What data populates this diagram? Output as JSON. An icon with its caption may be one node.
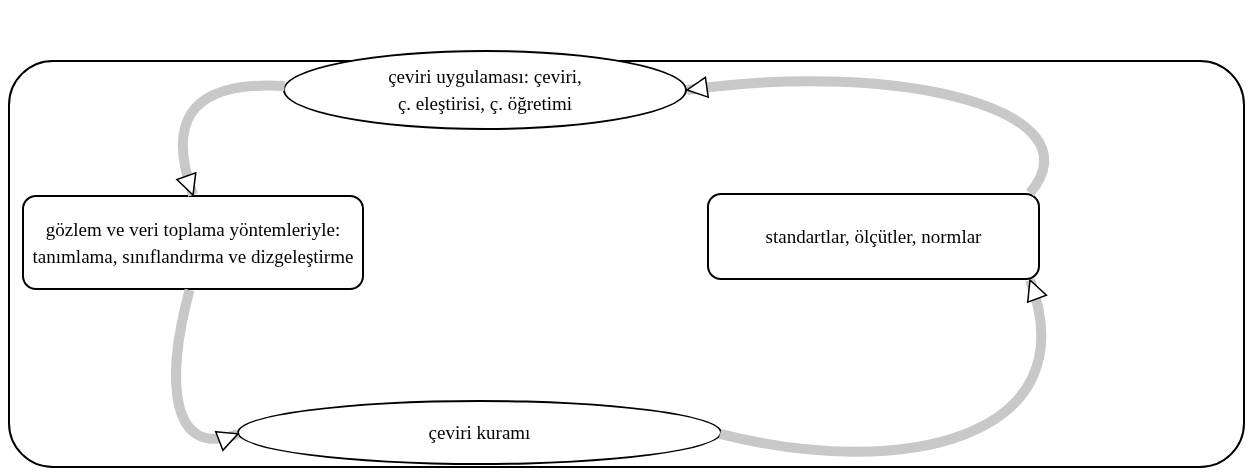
{
  "diagram": {
    "nodes": [
      {
        "text": [],
        "shape": "box"
      },
      {
        "text": [
          "çeviri uygulaması: çeviri, ç. eleştirisi, ç. öğretimi"
        ],
        "in": 0
      },
      {
        "text": [
          "gözlem ve veri toplama yöntemleriyle: tanımlama, sınıflandırma ve dizgeleştirme"
        ],
        "in": 0
      },
      {
        "text": [
          "standartlar, ölçütler, normlar"
        ],
        "in": 0
      },
      {
        "text": [
          "çeviri kuramı"
        ],
        "in": 0
      }
    ],
    "edges": [
      {
        "from": 1,
        "to": 2,
        "arrow": "to"
      },
      {
        "from": 2,
        "to": 4,
        "arrow": "to"
      },
      {
        "from": 4,
        "to": 3,
        "arrow": "to"
      },
      {
        "from": 3,
        "to": 1,
        "arrow": "to"
      }
    ]
  }
}
